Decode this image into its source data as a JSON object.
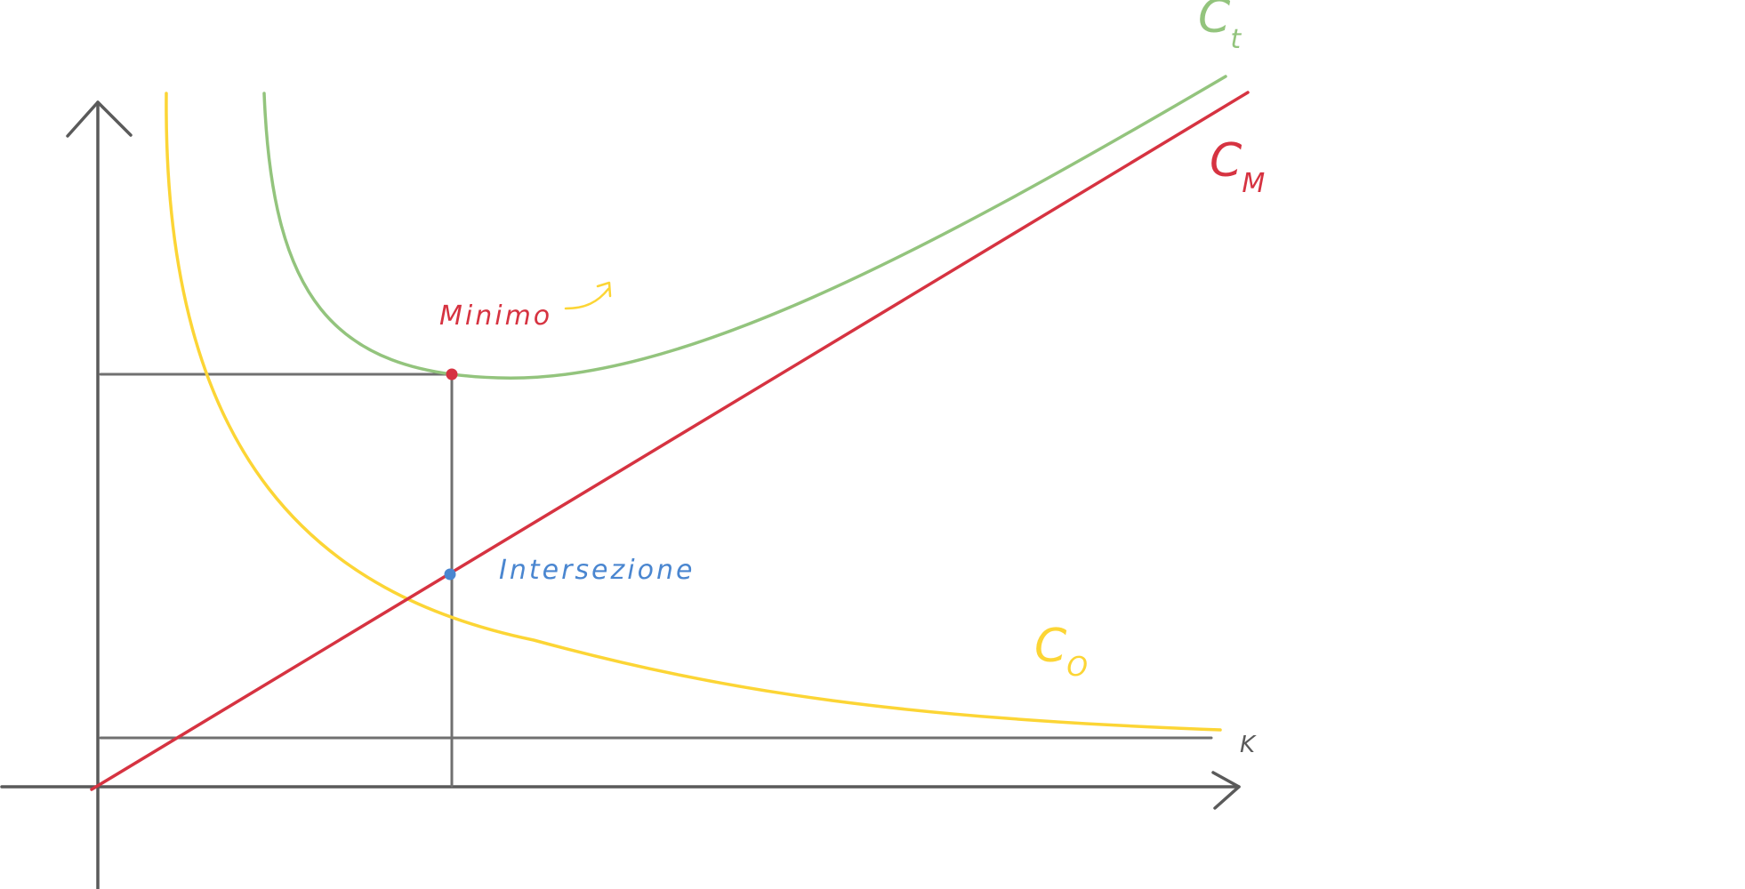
{
  "colors": {
    "axis": "#5a5a5a",
    "guide": "#707070",
    "total_cost": "#93c47d",
    "maintenance_cost": "#d63341",
    "opportunity_cost": "#fcd535",
    "intersection": "#4a86d0",
    "minimum": "#d63341",
    "arrow_note": "#fcd535"
  },
  "labels": {
    "total_cost_main": "C",
    "total_cost_sub": "t",
    "maintenance_main": "C",
    "maintenance_sub": "M",
    "opportunity_main": "C",
    "opportunity_sub": "O",
    "minimum": "Minimo",
    "intersection": "Intersezione",
    "x_axis": "K"
  },
  "icons": {
    "minimum_pointer": "curved-arrow-icon"
  }
}
